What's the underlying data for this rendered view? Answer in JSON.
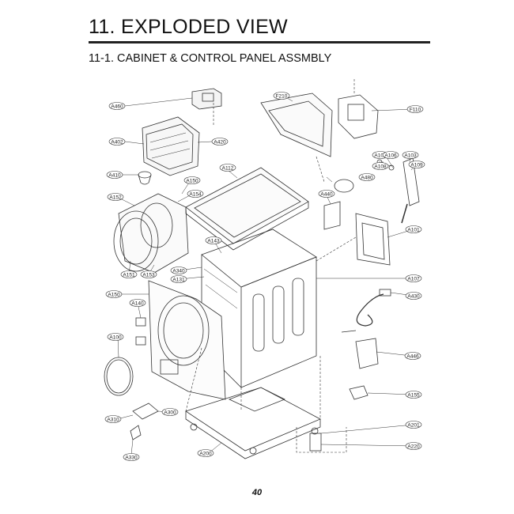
{
  "header": {
    "title": "11. EXPLODED VIEW",
    "section": "11-1. CABINET & CONTROL PANEL ASSMBLY"
  },
  "callouts": {
    "A460": "A460",
    "A402": "A402",
    "A420": "A420",
    "A410": "A410",
    "A150": "A150",
    "A154": "A154",
    "A152": "A152",
    "A151": "A151",
    "A153": "A153",
    "A112": "A112",
    "A143": "A143",
    "A340": "A340",
    "A131": "A131",
    "A150b": "A150",
    "A140": "A140",
    "A100": "A100",
    "A300": "A300",
    "A310": "A310",
    "A330": "A330",
    "A200": "A200",
    "F210": "F210",
    "F110": "F110",
    "A105": "A105",
    "A106": "A106",
    "A103": "A103",
    "A108": "A108",
    "A109": "A109",
    "A480": "A480",
    "A440": "A440",
    "A101": "A101",
    "A107": "A107",
    "A430": "A430",
    "A446": "A446",
    "A155": "A155",
    "A201": "A201",
    "A220": "A220"
  },
  "footer": {
    "page_number": "40"
  },
  "colors": {
    "line": "#333333",
    "text": "#111111",
    "background": "#ffffff"
  }
}
